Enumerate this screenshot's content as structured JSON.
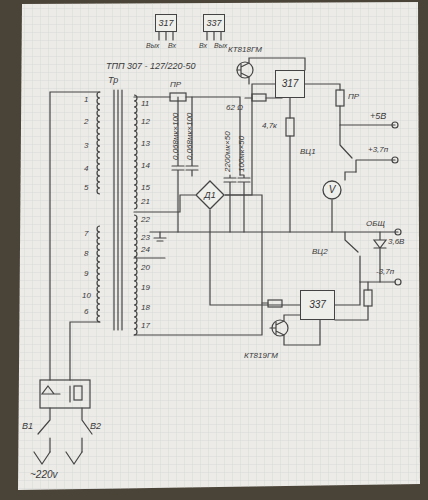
{
  "diagram": {
    "nodes": [
      {
        "text": [
          "317"
        ]
      },
      {
        "text": [
          "337"
        ]
      },
      {
        "text": [
          "Д1"
        ]
      },
      {
        "text": [
          "317"
        ]
      },
      {
        "text": [
          "337"
        ]
      },
      {
        "text": [
          "V"
        ]
      }
    ],
    "edges": [
      {
        "from": 2,
        "to": 3,
        "arrow": "none"
      },
      {
        "from": 2,
        "to": 4,
        "arrow": "none"
      }
    ],
    "labels": [
      "Вых",
      "Вх",
      "Вх",
      "Вых",
      "ТПП 307 - 127/220-50",
      "Тр",
      "ПР",
      "1",
      "2",
      "3",
      "4",
      "5",
      "7",
      "8",
      "9",
      "10",
      "6",
      "11",
      "12",
      "13",
      "14",
      "15",
      "21",
      "22",
      "23",
      "24",
      "20",
      "19",
      "18",
      "17",
      "0,068мк×100",
      "0,068мк×100",
      "2200мк×50",
      "100мк×50",
      "КТ818ГМ",
      "62 Ω",
      "ПР",
      "+5В",
      "4,7к",
      "ВЦ1",
      "+3,7п",
      "ОБЩ",
      "ВЦ2",
      "3,6В",
      "-3,7п",
      "КТ819ГМ",
      "В1",
      "В2",
      "~220v"
    ]
  }
}
